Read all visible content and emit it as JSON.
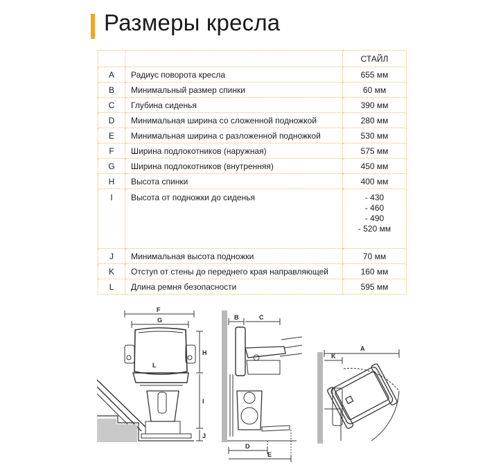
{
  "title": "Размеры кресла",
  "table": {
    "column_header": "СТАЙЛ",
    "rows": [
      {
        "key": "A",
        "label": "Радиус поворота кресла",
        "value": "655 мм"
      },
      {
        "key": "B",
        "label": "Минимальный размер спинки",
        "value": "60 мм"
      },
      {
        "key": "C",
        "label": "Глубина сиденья",
        "value": "390 мм"
      },
      {
        "key": "D",
        "label": "Минимальная ширина со сложенной подножкой",
        "value": "280 мм"
      },
      {
        "key": "E",
        "label": "Минимальная ширина с разложенной подножкой",
        "value": "530 мм"
      },
      {
        "key": "F",
        "label": "Ширина подлокотников (наружная)",
        "value": "575 мм"
      },
      {
        "key": "G",
        "label": "Ширина подлокотников (внутренняя)",
        "value": "450 мм"
      },
      {
        "key": "H",
        "label": "Высота спинки",
        "value": "400 мм"
      },
      {
        "key": "I",
        "label": "Высота от подножки до сиденья",
        "values": [
          "- 430",
          "- 460",
          "- 490",
          "- 520 мм"
        ]
      },
      {
        "key": "J",
        "label": "Минимальная высота подножки",
        "value": "70 мм"
      },
      {
        "key": "K",
        "label": "Отступ от стены до переднего края направляющей",
        "value": "160 мм"
      },
      {
        "key": "L",
        "label": "Длина ремня безопасности",
        "value": "595 мм"
      }
    ]
  },
  "figures": {
    "front": {
      "labels": {
        "f": "F",
        "g": "G",
        "h": "H",
        "l": "L",
        "i": "I",
        "j": "J"
      }
    },
    "side": {
      "labels": {
        "b": "B",
        "c": "C",
        "d": "D",
        "e": "E"
      }
    },
    "top": {
      "labels": {
        "a": "A",
        "k": "K"
      }
    }
  },
  "colors": {
    "accent": "#f3a51b",
    "table_border": "#f0b760"
  }
}
